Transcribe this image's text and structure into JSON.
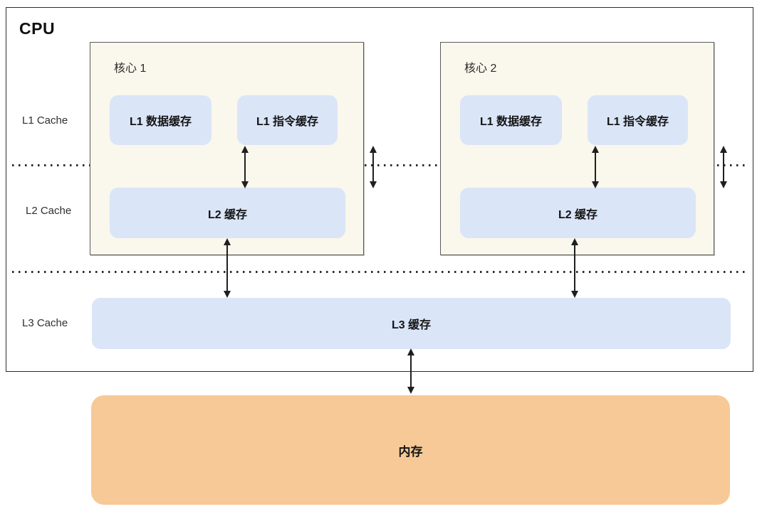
{
  "diagram": {
    "cpu_label": "CPU",
    "level_labels": [
      "L1 Cache",
      "L2 Cache",
      "L3 Cache"
    ],
    "cores": [
      {
        "label": "核心 1",
        "l1_data": "L1 数据缓存",
        "l1_instr": "L1 指令缓存",
        "l2": "L2 缓存"
      },
      {
        "label": "核心 2",
        "l1_data": "L1 数据缓存",
        "l1_instr": "L1 指令缓存",
        "l2": "L2 缓存"
      }
    ],
    "l3_label": "L3 缓存",
    "memory_label": "内存",
    "colors": {
      "cpu_border": "#2d2d2d",
      "core_bg": "#faf7ec",
      "core_border": "#5a5a5a",
      "cache_bg": "#dbe5f8",
      "memory_bg": "#f6c997",
      "arrow": "#1f1f1f"
    }
  }
}
